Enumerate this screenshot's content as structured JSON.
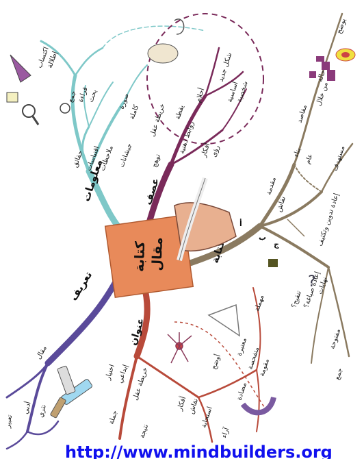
{
  "center": {
    "line1": "كتابة",
    "line2": "مقال",
    "color": "#e88a5a"
  },
  "branches": {
    "intro": {
      "title": "تعريف",
      "color": "#5a4a9a",
      "sub": [
        "مقال",
        "أدبي",
        "نثري",
        "تعبير"
      ]
    },
    "info": {
      "title": "معلومات",
      "color": "#7ec8c8",
      "sub": [
        "اكتساب",
        "إطلالة",
        "جمع",
        "قراءة",
        "بحث",
        "صورة",
        "كاملة",
        "حقائق",
        "اقتباسات",
        "ملاحظات",
        "جيشانات"
      ]
    },
    "brainstorm": {
      "title": "عصف",
      "color": "#7a2a5a",
      "sub": [
        "توهج",
        "خريطة عقل",
        "يقظة",
        "أحلام",
        "روابط ذهنية",
        "أفكار",
        "رؤى",
        "شكل جديد",
        "أساسية",
        "شخصية"
      ]
    },
    "writing": {
      "title": "كتابة",
      "color": "#8a7a60",
      "sub": [
        "أ",
        "ب",
        "ج",
        "مقدمة",
        "نقاش",
        "بناء",
        "عام",
        "مستهدف",
        "مقاصد",
        "من خلال",
        "حالة",
        "يوضح",
        "إعادة تدوين وتكثيف",
        "نهايات",
        "تنقيح؟",
        "إعادة صياغة؟",
        "مفتوحة",
        "جمع"
      ]
    },
    "title": {
      "title": "عنوان",
      "color": "#b84a3a",
      "sub": [
        "اختيار",
        "إبداعي",
        "خريطة عقل",
        "جملة",
        "نتيجة",
        "أفكار",
        "نقاش",
        "استجابة",
        "آراء",
        "مضادة",
        "أوضح",
        "معتبرة",
        "متفحصة",
        "مقومة",
        "مهملة"
      ]
    }
  },
  "footer": {
    "url": "http://www.mindbuilders.org"
  }
}
